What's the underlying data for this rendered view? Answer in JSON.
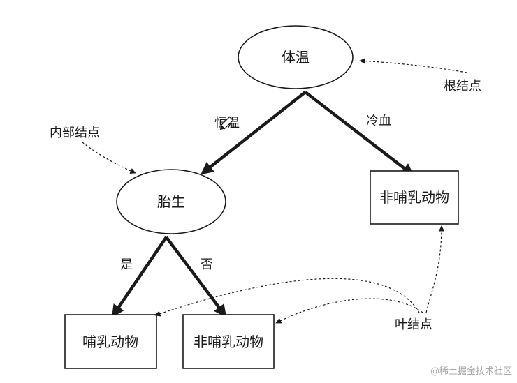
{
  "nodes": {
    "root": "体温",
    "internal": "胎生",
    "leaf_cold": "非哺乳动物",
    "leaf_mammal": "哺乳动物",
    "leaf_nonmammal": "非哺乳动物"
  },
  "edges": {
    "warm": "恒温",
    "cold": "冷血",
    "yes": "是",
    "no": "否"
  },
  "annotations": {
    "root_node": "根结点",
    "internal_node": "内部结点",
    "leaf_node": "叶结点"
  },
  "watermark": "@稀土掘金技术社区",
  "colors": {
    "stroke": "#1a1a1a",
    "watermark": "#a8a8a8"
  }
}
